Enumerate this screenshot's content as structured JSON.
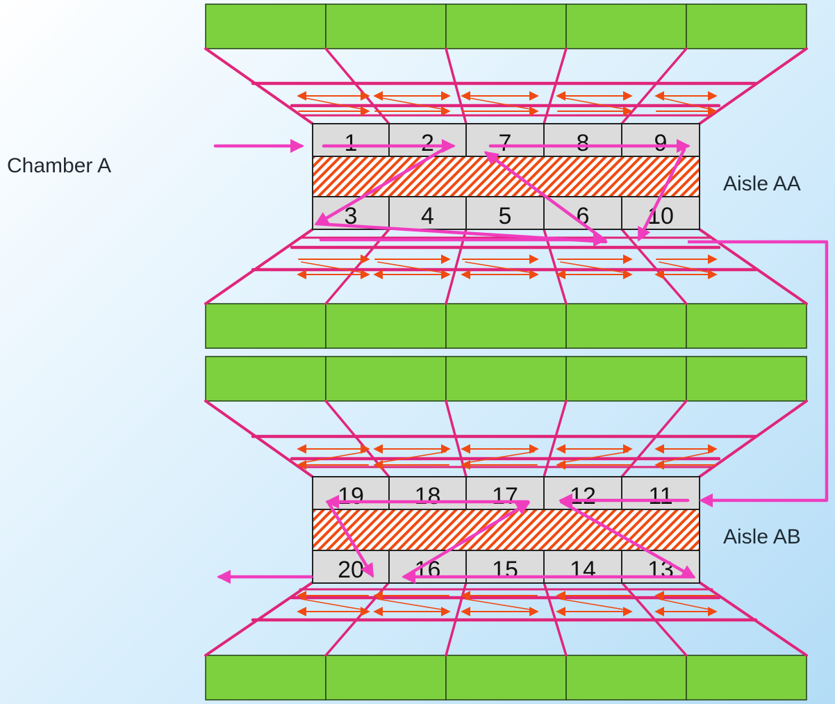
{
  "labels": {
    "chamber": "Chamber A",
    "aisle_top": "Aisle AA",
    "aisle_bottom": "Aisle AB"
  },
  "aisle_aa": {
    "top_row": [
      "1",
      "2",
      "7",
      "8",
      "9"
    ],
    "bottom_row": [
      "3",
      "4",
      "5",
      "6",
      "10"
    ]
  },
  "aisle_ab": {
    "top_row": [
      "19",
      "18",
      "17",
      "12",
      "11"
    ],
    "bottom_row": [
      "20",
      "16",
      "15",
      "14",
      "13"
    ]
  },
  "colors": {
    "rack": "#7ed13e",
    "frame": "#e0257a",
    "path": "#f03dbe",
    "small_arrow": "#f04a12",
    "cell": "#dcdcdc",
    "hatch": "#f04a12"
  }
}
